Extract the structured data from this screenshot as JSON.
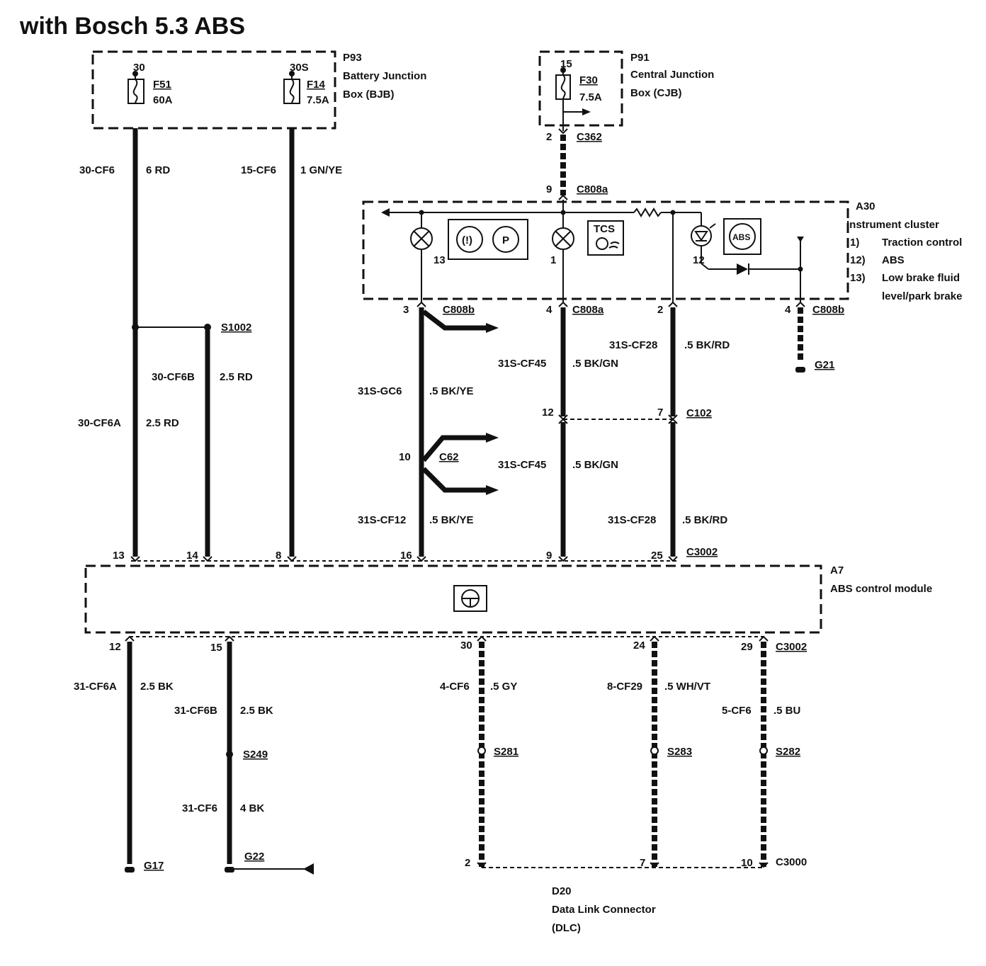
{
  "title": "with Bosch 5.3 ABS",
  "components": {
    "p93": {
      "id": "P93",
      "name1": "Battery Junction",
      "name2": "Box (BJB)"
    },
    "p91": {
      "id": "P91",
      "name1": "Central Junction",
      "name2": "Box (CJB)"
    },
    "a30": {
      "id": "A30",
      "name": "Instrument cluster",
      "legend": [
        {
          "num": "1)",
          "text": "Traction control"
        },
        {
          "num": "12)",
          "text": "ABS"
        },
        {
          "num": "13)",
          "text": "Low brake fluid"
        },
        {
          "num": "",
          "text": "level/park brake"
        }
      ],
      "tcs_label": "TCS",
      "abs_label": "ABS",
      "p_label": "P",
      "excl_label": "(!)"
    },
    "a7": {
      "id": "A7",
      "name": "ABS control module"
    },
    "d20": {
      "id": "D20",
      "name": "Data Link Connector",
      "abbr": "(DLC)"
    }
  },
  "fuses": {
    "f51": {
      "terminal": "30",
      "name": "F51",
      "rating": "60A"
    },
    "f14": {
      "terminal": "30S",
      "name": "F14",
      "rating": "7.5A"
    },
    "f30": {
      "terminal": "15",
      "name": "F30",
      "rating": "7.5A"
    }
  },
  "connectors": {
    "c362": "C362",
    "c808a_top": "C808a",
    "c808b_left": "C808b",
    "c808a_mid": "C808a",
    "c808b_right": "C808b",
    "c62": "C62",
    "c102": "C102",
    "c3002_top": "C3002",
    "c3002_bot": "C3002",
    "c3000": "C3000"
  },
  "splices": {
    "s1002": "S1002",
    "s249": "S249",
    "s281": "S281",
    "s283": "S283",
    "s282": "S282"
  },
  "grounds": {
    "g21": "G21",
    "g17": "G17",
    "g22": "G22"
  },
  "pins": {
    "c362_2": "2",
    "c808a_9": "9",
    "lamp13": "13",
    "lamp1": "1",
    "lamp12": "12",
    "c808b_3": "3",
    "c808a_4": "4",
    "c808a_2": "2",
    "c808b_4": "4",
    "c102_12": "12",
    "c102_7": "7",
    "c62_10": "10",
    "a7_13": "13",
    "a7_14": "14",
    "a7_8": "8",
    "a7_16": "16",
    "a7_9": "9",
    "a7_25": "25",
    "a7_12": "12",
    "a7_15": "15",
    "a7_30": "30",
    "a7_24": "24",
    "a7_29": "29",
    "dlc_2": "2",
    "dlc_7": "7",
    "dlc_10": "10"
  },
  "wires": {
    "w1": {
      "circuit": "30-CF6",
      "spec": "6 RD"
    },
    "w2": {
      "circuit": "15-CF6",
      "spec": "1 GN/YE"
    },
    "w3": {
      "circuit": "30-CF6B",
      "spec": "2.5 RD"
    },
    "w4": {
      "circuit": "30-CF6A",
      "spec": "2.5 RD"
    },
    "w5": {
      "circuit": "31S-GC6",
      "spec": ".5 BK/YE"
    },
    "w6": {
      "circuit": "31S-CF45",
      "spec": ".5 BK/GN"
    },
    "w7": {
      "circuit": "31S-CF28",
      "spec": ".5 BK/RD"
    },
    "w8": {
      "circuit": "31S-CF45",
      "spec": ".5 BK/GN"
    },
    "w9": {
      "circuit": "31S-CF12",
      "spec": ".5 BK/YE"
    },
    "w10": {
      "circuit": "31S-CF28",
      "spec": ".5 BK/RD"
    },
    "w11": {
      "circuit": "31-CF6A",
      "spec": "2.5 BK"
    },
    "w12": {
      "circuit": "31-CF6B",
      "spec": "2.5 BK"
    },
    "w13": {
      "circuit": "31-CF6",
      "spec": "4 BK"
    },
    "w14": {
      "circuit": "4-CF6",
      "spec": ".5 GY"
    },
    "w15": {
      "circuit": "8-CF29",
      "spec": ".5 WH/VT"
    },
    "w16": {
      "circuit": "5-CF6",
      "spec": ".5 BU"
    }
  }
}
